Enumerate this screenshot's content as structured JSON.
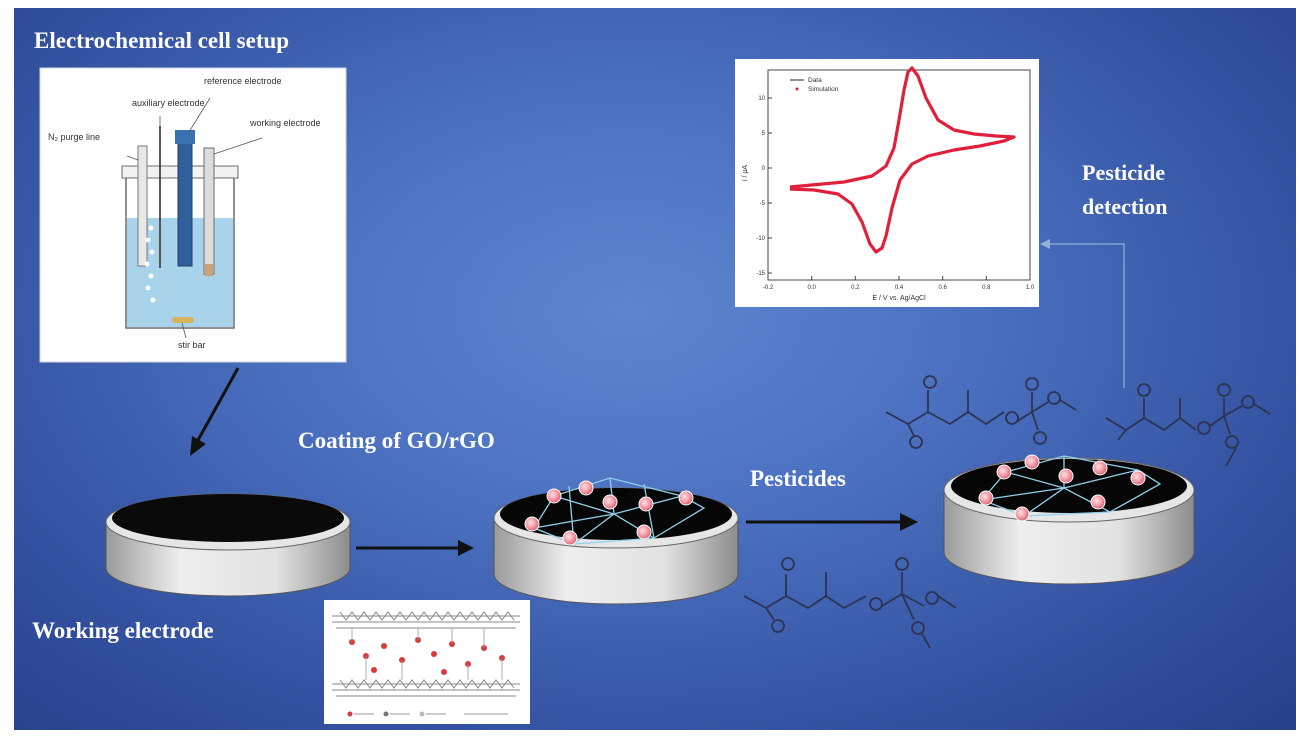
{
  "labels": {
    "cell_setup": "Electrochemical cell setup",
    "coating": "Coating of GO/rGO",
    "pesticides": "Pesticides",
    "working_electrode": "Working electrode",
    "pesticide_detection": "Pesticide detection"
  },
  "cell": {
    "n2_purge": "N₂ purge line",
    "auxiliary": "auxiliary electrode",
    "reference": "reference electrode",
    "working": "working electrode",
    "stir_bar": "stir bar"
  },
  "cv_plot": {
    "legend_data": "Data",
    "legend_sim": "Simulation",
    "xlabel": "E / V vs. Ag/AgCl",
    "ylabel": "i / µA",
    "xticks": [
      "-0.2",
      "0.0",
      "0.2",
      "0.4",
      "0.6",
      "0.8",
      "1.0"
    ],
    "yticks": [
      "10",
      "5",
      "0",
      "-5",
      "-10",
      "-15"
    ]
  },
  "colors": {
    "background": "#4a6fbf",
    "electrode_disk": "#d9d9d9",
    "coating_dot": "#f2a7b0",
    "cv_curve": "#e0203a"
  }
}
